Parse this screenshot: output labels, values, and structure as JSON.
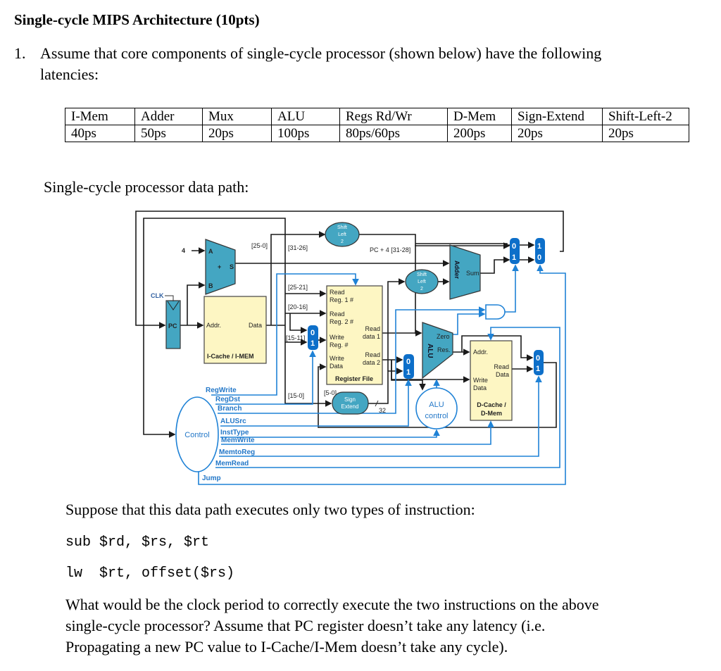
{
  "heading": "Single-cycle MIPS Architecture (10pts)",
  "question": {
    "number": "1.",
    "line1": "Assume that core components of single-cycle processor (shown below) have the following",
    "line2": "latencies:"
  },
  "latency_table": {
    "headers": [
      "I-Mem",
      "Adder",
      "Mux",
      "ALU",
      "Regs Rd/Wr",
      "D-Mem",
      "Sign-Extend",
      "Shift-Left-2"
    ],
    "values": [
      "40ps",
      "50ps",
      "20ps",
      "100ps",
      "80ps/60ps",
      "200ps",
      "20ps",
      "20ps"
    ]
  },
  "datapath_caption": "Single-cycle processor data path:",
  "diagram": {
    "four": "4",
    "adder_a": "A",
    "adder_b": "B",
    "adder_plus": "+",
    "adder_s": "S",
    "clk": "CLK",
    "pc": "PC",
    "icache_addr": "Addr.",
    "icache_data": "Data",
    "icache_name": "I-Cache / I-MEM",
    "bits_25_0": "[25-0]",
    "bits_31_26": "[31-26]",
    "bits_25_21": "[25-21]",
    "bits_20_16": "[20-16]",
    "bits_15_11": "[15-11]",
    "bits_15_0": "[15-0]",
    "bits_5_0": "[5-0]",
    "pc4_bits": "PC + 4 [31-28]",
    "shift_top": [
      "Shift",
      "Left",
      "2"
    ],
    "shift_mid": [
      "Shift",
      "Left",
      "2"
    ],
    "rf_read1": [
      "Read",
      "Reg. 1 #"
    ],
    "rf_read2": [
      "Read",
      "Reg. 2 #"
    ],
    "rf_write": [
      "Write",
      "Reg. #"
    ],
    "rf_wdata": [
      "Write",
      "Data"
    ],
    "rf_rd1": [
      "Read",
      "data 1"
    ],
    "rf_rd2": [
      "Read",
      "data 2"
    ],
    "rf_name": "Register File",
    "sign_extend": [
      "Sign",
      "Extend"
    ],
    "width32": "32",
    "alu": "ALU",
    "alu_zero": "Zero",
    "alu_res": "Res.",
    "alu_control": [
      "ALU",
      "control"
    ],
    "branch_adder": "Adder",
    "branch_sum": "Sum",
    "dmem_addr": "Addr.",
    "dmem_read": [
      "Read",
      "Data"
    ],
    "dmem_write": [
      "Write",
      "Data"
    ],
    "dmem_name": [
      "D-Cache /",
      "D-Mem"
    ],
    "mux_0": "0",
    "mux_1": "1",
    "control": "Control",
    "signals": [
      "RegWrite",
      "RegDst",
      "Branch",
      "ALUSrc",
      "InstType",
      "MemWrite",
      "MemtoReg",
      "MemRead",
      "Jump"
    ]
  },
  "prompt": "Suppose that this data path executes only two types of instruction:",
  "instructions": [
    "sub $rd, $rs, $rt",
    "lw  $rt, offset($rs)"
  ],
  "final_question": [
    "What would be the clock period to correctly execute the two instructions on the above",
    "single-cycle processor? Assume that PC register doesn’t take any latency (i.e.",
    "Propagating a new PC value to I-Cache/I-Mem doesn’t take any cycle)."
  ]
}
